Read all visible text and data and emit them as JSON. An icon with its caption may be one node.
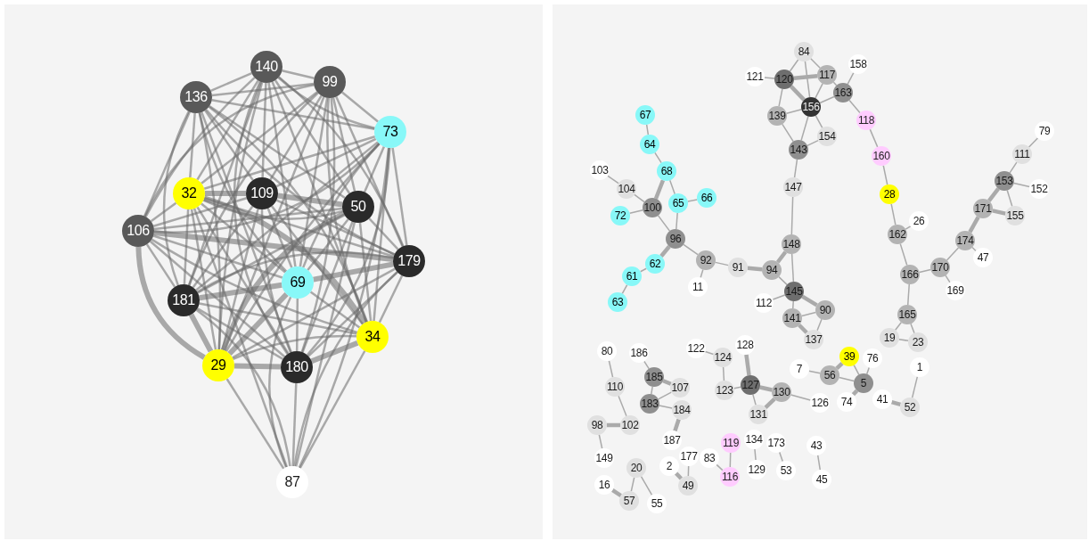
{
  "diagram": {
    "nodes": [
      {
        "text": [
          "140"
        ]
      },
      {
        "text": [
          "99"
        ]
      },
      {
        "text": [
          "136"
        ]
      },
      {
        "text": [
          "73"
        ]
      },
      {
        "text": [
          "32"
        ]
      },
      {
        "text": [
          "109"
        ]
      },
      {
        "text": [
          "50"
        ]
      },
      {
        "text": [
          "106"
        ]
      },
      {
        "text": [
          "179"
        ]
      },
      {
        "text": [
          "69"
        ]
      },
      {
        "text": [
          "181"
        ]
      },
      {
        "text": [
          "34"
        ]
      },
      {
        "text": [
          "29"
        ]
      },
      {
        "text": [
          "180"
        ]
      },
      {
        "text": [
          "87"
        ]
      },
      {
        "text": [
          "84"
        ]
      },
      {
        "text": [
          "158"
        ]
      },
      {
        "text": [
          "117"
        ]
      },
      {
        "text": [
          "121"
        ]
      },
      {
        "text": [
          "120"
        ]
      },
      {
        "text": [
          "163"
        ]
      },
      {
        "text": [
          "156"
        ]
      },
      {
        "text": [
          "67"
        ]
      },
      {
        "text": [
          "139"
        ]
      },
      {
        "text": [
          "118"
        ]
      },
      {
        "text": [
          "79"
        ]
      },
      {
        "text": [
          "154"
        ]
      },
      {
        "text": [
          "64"
        ]
      },
      {
        "text": [
          "143"
        ]
      },
      {
        "text": [
          "111"
        ]
      },
      {
        "text": [
          "160"
        ]
      },
      {
        "text": [
          "103"
        ]
      },
      {
        "text": [
          "68"
        ]
      },
      {
        "text": [
          "153"
        ]
      },
      {
        "text": [
          "147"
        ]
      },
      {
        "text": [
          "104"
        ]
      },
      {
        "text": [
          "152"
        ]
      },
      {
        "text": [
          "28"
        ]
      },
      {
        "text": [
          "66"
        ]
      },
      {
        "text": [
          "65"
        ]
      },
      {
        "text": [
          "100"
        ]
      },
      {
        "text": [
          "171"
        ]
      },
      {
        "text": [
          "72"
        ]
      },
      {
        "text": [
          "155"
        ]
      },
      {
        "text": [
          "26"
        ]
      },
      {
        "text": [
          "162"
        ]
      },
      {
        "text": [
          "96"
        ]
      },
      {
        "text": [
          "174"
        ]
      },
      {
        "text": [
          "148"
        ]
      },
      {
        "text": [
          "47"
        ]
      },
      {
        "text": [
          "92"
        ]
      },
      {
        "text": [
          "62"
        ]
      },
      {
        "text": [
          "91"
        ]
      },
      {
        "text": [
          "170"
        ]
      },
      {
        "text": [
          "94"
        ]
      },
      {
        "text": [
          "166"
        ]
      },
      {
        "text": [
          "61"
        ]
      },
      {
        "text": [
          "11"
        ]
      },
      {
        "text": [
          "169"
        ]
      },
      {
        "text": [
          "145"
        ]
      },
      {
        "text": [
          "63"
        ]
      },
      {
        "text": [
          "112"
        ]
      },
      {
        "text": [
          "90"
        ]
      },
      {
        "text": [
          "165"
        ]
      },
      {
        "text": [
          "141"
        ]
      },
      {
        "text": [
          "19"
        ]
      },
      {
        "text": [
          "137"
        ]
      },
      {
        "text": [
          "23"
        ]
      },
      {
        "text": [
          "128"
        ]
      },
      {
        "text": [
          "122"
        ]
      },
      {
        "text": [
          "80"
        ]
      },
      {
        "text": [
          "186"
        ]
      },
      {
        "text": [
          "39"
        ]
      },
      {
        "text": [
          "124"
        ]
      },
      {
        "text": [
          "76"
        ]
      },
      {
        "text": [
          "1"
        ]
      },
      {
        "text": [
          "7"
        ]
      },
      {
        "text": [
          "56"
        ]
      },
      {
        "text": [
          "185"
        ]
      },
      {
        "text": [
          "5"
        ]
      },
      {
        "text": [
          "127"
        ]
      },
      {
        "text": [
          "110"
        ]
      },
      {
        "text": [
          "107"
        ]
      },
      {
        "text": [
          "123"
        ]
      },
      {
        "text": [
          "130"
        ]
      },
      {
        "text": [
          "41"
        ]
      },
      {
        "text": [
          "74"
        ]
      },
      {
        "text": [
          "126"
        ]
      },
      {
        "text": [
          "183"
        ]
      },
      {
        "text": [
          "52"
        ]
      },
      {
        "text": [
          "184"
        ]
      },
      {
        "text": [
          "131"
        ]
      },
      {
        "text": [
          "98"
        ]
      },
      {
        "text": [
          "102"
        ]
      },
      {
        "text": [
          "134"
        ]
      },
      {
        "text": [
          "187"
        ]
      },
      {
        "text": [
          "119"
        ]
      },
      {
        "text": [
          "173"
        ]
      },
      {
        "text": [
          "43"
        ]
      },
      {
        "text": [
          "177"
        ]
      },
      {
        "text": [
          "149"
        ]
      },
      {
        "text": [
          "83"
        ]
      },
      {
        "text": [
          "2"
        ]
      },
      {
        "text": [
          "20"
        ]
      },
      {
        "text": [
          "129"
        ]
      },
      {
        "text": [
          "53"
        ]
      },
      {
        "text": [
          "45"
        ]
      },
      {
        "text": [
          "116"
        ]
      },
      {
        "text": [
          "16"
        ]
      },
      {
        "text": [
          "49"
        ]
      },
      {
        "text": [
          "57"
        ]
      },
      {
        "text": [
          "55"
        ]
      }
    ],
    "edges": [
      {
        "from": 0,
        "to": 1,
        "arrow": "none"
      },
      {
        "from": 0,
        "to": 2,
        "arrow": "none"
      },
      {
        "from": 0,
        "to": 3,
        "arrow": "none"
      },
      {
        "from": 0,
        "to": 4,
        "arrow": "none"
      },
      {
        "from": 0,
        "to": 5,
        "arrow": "none"
      },
      {
        "from": 0,
        "to": 6,
        "arrow": "none"
      },
      {
        "from": 0,
        "to": 7,
        "arrow": "none"
      },
      {
        "from": 0,
        "to": 8,
        "arrow": "none"
      },
      {
        "from": 0,
        "to": 9,
        "arrow": "none"
      },
      {
        "from": 0,
        "to": 10,
        "arrow": "none"
      },
      {
        "from": 0,
        "to": 11,
        "arrow": "none"
      },
      {
        "from": 0,
        "to": 12,
        "arrow": "none"
      },
      {
        "from": 0,
        "to": 13,
        "arrow": "none"
      },
      {
        "from": 1,
        "to": 2,
        "arrow": "none"
      },
      {
        "from": 1,
        "to": 3,
        "arrow": "none"
      },
      {
        "from": 1,
        "to": 4,
        "arrow": "none"
      },
      {
        "from": 1,
        "to": 5,
        "arrow": "none"
      },
      {
        "from": 1,
        "to": 6,
        "arrow": "none"
      },
      {
        "from": 1,
        "to": 7,
        "arrow": "none"
      },
      {
        "from": 1,
        "to": 8,
        "arrow": "none"
      },
      {
        "from": 1,
        "to": 9,
        "arrow": "none"
      },
      {
        "from": 1,
        "to": 10,
        "arrow": "none"
      },
      {
        "from": 1,
        "to": 11,
        "arrow": "none"
      },
      {
        "from": 1,
        "to": 12,
        "arrow": "none"
      },
      {
        "from": 1,
        "to": 13,
        "arrow": "none"
      },
      {
        "from": 2,
        "to": 3,
        "arrow": "none"
      },
      {
        "from": 2,
        "to": 4,
        "arrow": "none"
      },
      {
        "from": 2,
        "to": 5,
        "arrow": "none"
      },
      {
        "from": 2,
        "to": 6,
        "arrow": "none"
      },
      {
        "from": 2,
        "to": 7,
        "arrow": "none"
      },
      {
        "from": 2,
        "to": 8,
        "arrow": "none"
      },
      {
        "from": 2,
        "to": 9,
        "arrow": "none"
      },
      {
        "from": 2,
        "to": 10,
        "arrow": "none"
      },
      {
        "from": 2,
        "to": 11,
        "arrow": "none"
      },
      {
        "from": 2,
        "to": 12,
        "arrow": "none"
      },
      {
        "from": 2,
        "to": 13,
        "arrow": "none"
      },
      {
        "from": 3,
        "to": 4,
        "arrow": "none"
      },
      {
        "from": 3,
        "to": 5,
        "arrow": "none"
      },
      {
        "from": 3,
        "to": 6,
        "arrow": "none"
      },
      {
        "from": 3,
        "to": 7,
        "arrow": "none"
      },
      {
        "from": 3,
        "to": 8,
        "arrow": "none"
      },
      {
        "from": 3,
        "to": 9,
        "arrow": "none"
      },
      {
        "from": 3,
        "to": 10,
        "arrow": "none"
      },
      {
        "from": 3,
        "to": 11,
        "arrow": "none"
      },
      {
        "from": 3,
        "to": 12,
        "arrow": "none"
      },
      {
        "from": 3,
        "to": 13,
        "arrow": "none"
      },
      {
        "from": 4,
        "to": 5,
        "arrow": "none",
        "style": "thick"
      },
      {
        "from": 4,
        "to": 6,
        "arrow": "none"
      },
      {
        "from": 4,
        "to": 7,
        "arrow": "none"
      },
      {
        "from": 4,
        "to": 8,
        "arrow": "none"
      },
      {
        "from": 4,
        "to": 9,
        "arrow": "none"
      },
      {
        "from": 4,
        "to": 10,
        "arrow": "none"
      },
      {
        "from": 4,
        "to": 11,
        "arrow": "none",
        "style": "thick"
      },
      {
        "from": 4,
        "to": 12,
        "arrow": "none"
      },
      {
        "from": 4,
        "to": 13,
        "arrow": "none"
      },
      {
        "from": 5,
        "to": 6,
        "arrow": "none",
        "style": "thick"
      },
      {
        "from": 5,
        "to": 7,
        "arrow": "none"
      },
      {
        "from": 5,
        "to": 8,
        "arrow": "none"
      },
      {
        "from": 5,
        "to": 9,
        "arrow": "none"
      },
      {
        "from": 5,
        "to": 10,
        "arrow": "none"
      },
      {
        "from": 5,
        "to": 11,
        "arrow": "none"
      },
      {
        "from": 5,
        "to": 12,
        "arrow": "none"
      },
      {
        "from": 5,
        "to": 13,
        "arrow": "none"
      },
      {
        "from": 6,
        "to": 7,
        "arrow": "none"
      },
      {
        "from": 6,
        "to": 8,
        "arrow": "none"
      },
      {
        "from": 6,
        "to": 9,
        "arrow": "none"
      },
      {
        "from": 6,
        "to": 10,
        "arrow": "none"
      },
      {
        "from": 6,
        "to": 11,
        "arrow": "none"
      },
      {
        "from": 6,
        "to": 12,
        "arrow": "none",
        "style": "thick"
      },
      {
        "from": 6,
        "to": 13,
        "arrow": "none"
      },
      {
        "from": 7,
        "to": 8,
        "arrow": "none",
        "style": "thick"
      },
      {
        "from": 7,
        "to": 9,
        "arrow": "none"
      },
      {
        "from": 7,
        "to": 10,
        "arrow": "none"
      },
      {
        "from": 7,
        "to": 11,
        "arrow": "none"
      },
      {
        "from": 7,
        "to": 12,
        "arrow": "none",
        "style": "thick"
      },
      {
        "from": 7,
        "to": 13,
        "arrow": "none"
      },
      {
        "from": 8,
        "to": 9,
        "arrow": "none",
        "style": "thick"
      },
      {
        "from": 8,
        "to": 10,
        "arrow": "none"
      },
      {
        "from": 8,
        "to": 11,
        "arrow": "none"
      },
      {
        "from": 8,
        "to": 12,
        "arrow": "none"
      },
      {
        "from": 8,
        "to": 13,
        "arrow": "none"
      },
      {
        "from": 9,
        "to": 10,
        "arrow": "none",
        "style": "thick"
      },
      {
        "from": 9,
        "to": 11,
        "arrow": "none"
      },
      {
        "from": 9,
        "to": 12,
        "arrow": "none",
        "style": "thick"
      },
      {
        "from": 9,
        "to": 13,
        "arrow": "none"
      },
      {
        "from": 10,
        "to": 11,
        "arrow": "none"
      },
      {
        "from": 10,
        "to": 12,
        "arrow": "none",
        "style": "thick"
      },
      {
        "from": 10,
        "to": 13,
        "arrow": "none"
      },
      {
        "from": 11,
        "to": 12,
        "arrow": "none"
      },
      {
        "from": 11,
        "to": 13,
        "arrow": "none",
        "style": "thick"
      },
      {
        "from": 12,
        "to": 13,
        "arrow": "none",
        "style": "thick"
      },
      {
        "from": 12,
        "to": 14,
        "arrow": "none"
      },
      {
        "from": 10,
        "to": 14,
        "arrow": "none"
      },
      {
        "from": 4,
        "to": 14,
        "arrow": "none"
      },
      {
        "from": 13,
        "to": 14,
        "arrow": "none"
      },
      {
        "from": 9,
        "to": 14,
        "arrow": "none"
      },
      {
        "from": 6,
        "to": 14,
        "arrow": "none"
      },
      {
        "from": 8,
        "to": 14,
        "arrow": "none"
      },
      {
        "from": 11,
        "to": 14,
        "arrow": "none"
      },
      {
        "from": 3,
        "to": 14,
        "arrow": "none"
      },
      {
        "from": 22,
        "to": 27,
        "arrow": "none"
      },
      {
        "from": 27,
        "to": 32,
        "arrow": "none"
      },
      {
        "from": 32,
        "to": 40,
        "arrow": "none",
        "style": "thick"
      },
      {
        "from": 32,
        "to": 39,
        "arrow": "none"
      },
      {
        "from": 39,
        "to": 38,
        "arrow": "none"
      },
      {
        "from": 39,
        "to": 46,
        "arrow": "none"
      },
      {
        "from": 40,
        "to": 35,
        "arrow": "none"
      },
      {
        "from": 35,
        "to": 31,
        "arrow": "none"
      },
      {
        "from": 40,
        "to": 42,
        "arrow": "none"
      },
      {
        "from": 40,
        "to": 46,
        "arrow": "none"
      },
      {
        "from": 46,
        "to": 51,
        "arrow": "none",
        "style": "thick"
      },
      {
        "from": 51,
        "to": 56,
        "arrow": "none"
      },
      {
        "from": 56,
        "to": 60,
        "arrow": "none"
      },
      {
        "from": 46,
        "to": 50,
        "arrow": "none"
      },
      {
        "from": 50,
        "to": 57,
        "arrow": "none"
      },
      {
        "from": 50,
        "to": 52,
        "arrow": "none"
      },
      {
        "from": 52,
        "to": 54,
        "arrow": "none",
        "style": "thick"
      },
      {
        "from": 54,
        "to": 48,
        "arrow": "none",
        "style": "thick"
      },
      {
        "from": 54,
        "to": 59,
        "arrow": "none"
      },
      {
        "from": 48,
        "to": 59,
        "arrow": "none"
      },
      {
        "from": 48,
        "to": 34,
        "arrow": "none"
      },
      {
        "from": 34,
        "to": 28,
        "arrow": "none"
      },
      {
        "from": 28,
        "to": 23,
        "arrow": "none"
      },
      {
        "from": 28,
        "to": 21,
        "arrow": "none"
      },
      {
        "from": 28,
        "to": 26,
        "arrow": "none"
      },
      {
        "from": 23,
        "to": 19,
        "arrow": "none"
      },
      {
        "from": 23,
        "to": 21,
        "arrow": "none"
      },
      {
        "from": 19,
        "to": 18,
        "arrow": "none"
      },
      {
        "from": 19,
        "to": 17,
        "arrow": "none",
        "style": "thick"
      },
      {
        "from": 19,
        "to": 15,
        "arrow": "none"
      },
      {
        "from": 19,
        "to": 21,
        "arrow": "none",
        "style": "thick"
      },
      {
        "from": 15,
        "to": 21,
        "arrow": "none"
      },
      {
        "from": 15,
        "to": 17,
        "arrow": "none"
      },
      {
        "from": 17,
        "to": 21,
        "arrow": "none"
      },
      {
        "from": 17,
        "to": 20,
        "arrow": "none"
      },
      {
        "from": 21,
        "to": 20,
        "arrow": "none"
      },
      {
        "from": 21,
        "to": 26,
        "arrow": "none"
      },
      {
        "from": 20,
        "to": 16,
        "arrow": "none"
      },
      {
        "from": 20,
        "to": 24,
        "arrow": "none"
      },
      {
        "from": 24,
        "to": 30,
        "arrow": "none"
      },
      {
        "from": 30,
        "to": 37,
        "arrow": "none"
      },
      {
        "from": 37,
        "to": 45,
        "arrow": "none"
      },
      {
        "from": 45,
        "to": 44,
        "arrow": "none"
      },
      {
        "from": 45,
        "to": 55,
        "arrow": "none"
      },
      {
        "from": 55,
        "to": 53,
        "arrow": "none"
      },
      {
        "from": 53,
        "to": 47,
        "arrow": "none"
      },
      {
        "from": 53,
        "to": 58,
        "arrow": "none"
      },
      {
        "from": 47,
        "to": 49,
        "arrow": "none"
      },
      {
        "from": 47,
        "to": 41,
        "arrow": "none",
        "style": "thick"
      },
      {
        "from": 41,
        "to": 33,
        "arrow": "none",
        "style": "thick"
      },
      {
        "from": 41,
        "to": 43,
        "arrow": "none",
        "style": "thick"
      },
      {
        "from": 33,
        "to": 43,
        "arrow": "none"
      },
      {
        "from": 33,
        "to": 29,
        "arrow": "none"
      },
      {
        "from": 29,
        "to": 25,
        "arrow": "none"
      },
      {
        "from": 33,
        "to": 36,
        "arrow": "none"
      },
      {
        "from": 55,
        "to": 63,
        "arrow": "none"
      },
      {
        "from": 63,
        "to": 65,
        "arrow": "none"
      },
      {
        "from": 63,
        "to": 67,
        "arrow": "none"
      },
      {
        "from": 65,
        "to": 67,
        "arrow": "none"
      },
      {
        "from": 59,
        "to": 61,
        "arrow": "none"
      },
      {
        "from": 59,
        "to": 64,
        "arrow": "none"
      },
      {
        "from": 59,
        "to": 62,
        "arrow": "none",
        "style": "thick"
      },
      {
        "from": 64,
        "to": 62,
        "arrow": "none"
      },
      {
        "from": 64,
        "to": 66,
        "arrow": "none",
        "style": "thick"
      },
      {
        "from": 66,
        "to": 62,
        "arrow": "none"
      },
      {
        "from": 72,
        "to": 77,
        "arrow": "none",
        "style": "thick"
      },
      {
        "from": 72,
        "to": 79,
        "arrow": "none"
      },
      {
        "from": 77,
        "to": 76,
        "arrow": "none"
      },
      {
        "from": 77,
        "to": 79,
        "arrow": "none"
      },
      {
        "from": 79,
        "to": 74,
        "arrow": "none"
      },
      {
        "from": 79,
        "to": 86,
        "arrow": "none",
        "style": "thick"
      },
      {
        "from": 75,
        "to": 89,
        "arrow": "none"
      },
      {
        "from": 89,
        "to": 85,
        "arrow": "none",
        "style": "thick"
      },
      {
        "from": 70,
        "to": 81,
        "arrow": "none"
      },
      {
        "from": 81,
        "to": 93,
        "arrow": "none"
      },
      {
        "from": 92,
        "to": 93,
        "arrow": "none",
        "style": "thick"
      },
      {
        "from": 92,
        "to": 100,
        "arrow": "none"
      },
      {
        "from": 71,
        "to": 78,
        "arrow": "none"
      },
      {
        "from": 78,
        "to": 82,
        "arrow": "none",
        "style": "thick"
      },
      {
        "from": 78,
        "to": 88,
        "arrow": "none"
      },
      {
        "from": 88,
        "to": 82,
        "arrow": "none"
      },
      {
        "from": 88,
        "to": 90,
        "arrow": "none"
      },
      {
        "from": 90,
        "to": 95,
        "arrow": "none",
        "style": "thick"
      },
      {
        "from": 69,
        "to": 73,
        "arrow": "none"
      },
      {
        "from": 73,
        "to": 83,
        "arrow": "none"
      },
      {
        "from": 83,
        "to": 80,
        "arrow": "none"
      },
      {
        "from": 80,
        "to": 68,
        "arrow": "none",
        "style": "thick"
      },
      {
        "from": 80,
        "to": 84,
        "arrow": "none",
        "style": "thick"
      },
      {
        "from": 80,
        "to": 91,
        "arrow": "none"
      },
      {
        "from": 91,
        "to": 84,
        "arrow": "none",
        "style": "thick"
      },
      {
        "from": 84,
        "to": 87,
        "arrow": "none"
      },
      {
        "from": 96,
        "to": 107,
        "arrow": "none"
      },
      {
        "from": 94,
        "to": 104,
        "arrow": "none"
      },
      {
        "from": 97,
        "to": 105,
        "arrow": "none"
      },
      {
        "from": 98,
        "to": 106,
        "arrow": "none"
      },
      {
        "from": 102,
        "to": 109,
        "arrow": "none",
        "style": "thick"
      },
      {
        "from": 99,
        "to": 109,
        "arrow": "none"
      },
      {
        "from": 101,
        "to": 107,
        "arrow": "none"
      },
      {
        "from": 103,
        "to": 110,
        "arrow": "none"
      },
      {
        "from": 103,
        "to": 111,
        "arrow": "none"
      },
      {
        "from": 108,
        "to": 110,
        "arrow": "none",
        "style": "thick"
      }
    ]
  }
}
